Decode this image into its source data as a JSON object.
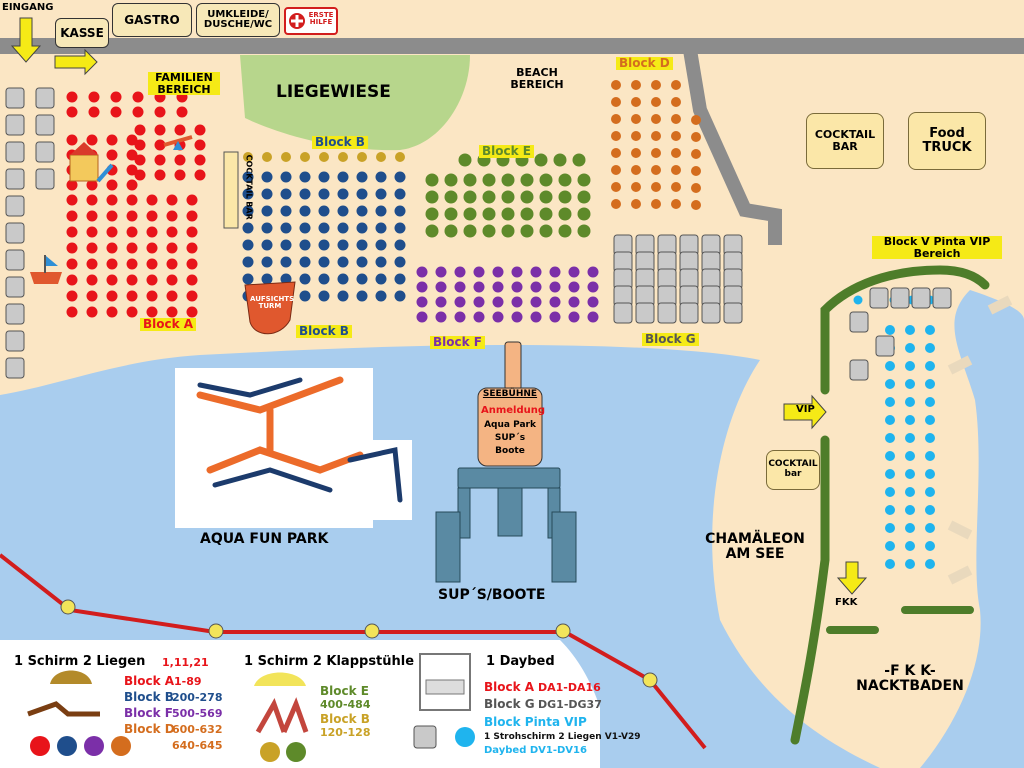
{
  "top": {
    "entrance": "EINGANG",
    "kasse": "KASSE",
    "gastro": "GASTRO",
    "umkleide": "UMKLEIDE/ DUSCHE/WC",
    "first_aid": "ERSTE HILFE"
  },
  "areas": {
    "familien": "FAMILIEN BEREICH",
    "liegewiese": "LIEGEWIESE",
    "beach": "BEACH BEREICH",
    "cocktail_vertical": "COCKTAIL BAR",
    "cocktail_bar": "COCKTAIL BAR",
    "food_truck": "Food TRUCK",
    "aufsichtsturm": "AUFSICHTS TURM",
    "aqua_fun_park": "AQUA FUN PARK",
    "sup_boote": "SUP´S/BOOTE",
    "chamaeleon": "CHAMÄLEON AM SEE",
    "vip": "VIP",
    "cocktail_small": "COCKTAIL bar",
    "fkk": "FKK",
    "fkk_nacktbaden": "-F K K- NACKTBADEN",
    "pinta_vip": "Block V Pinta VIP Bereich"
  },
  "blocks": {
    "a": "Block A",
    "b_top": "Block B",
    "b_bottom": "Block B",
    "d": "Block D",
    "e": "Block E",
    "f": "Block F",
    "g": "Block G"
  },
  "seebuehne": {
    "title": "SEEBÜHNE",
    "anmeldung": "Anmeldung",
    "line1": "Aqua Park",
    "line2": "SUP´s",
    "line3": "Boote"
  },
  "legend": {
    "col1_title": "1 Schirm 2 Liegen",
    "col1_access_nums": "1,11,21",
    "col1_rows": [
      {
        "block": "Block A",
        "range": "1-89",
        "color": "#e8141a"
      },
      {
        "block": "Block B",
        "range": "200-278",
        "color": "#1f4e8c"
      },
      {
        "block": "Block F",
        "range": "500-569",
        "color": "#7b2fa8"
      },
      {
        "block": "Block D",
        "range": "600-632",
        "color": "#d46d1e"
      }
    ],
    "col1_extra": "640-645",
    "col2_title": "1 Schirm 2 Klappstühle",
    "col2_rows": [
      {
        "block": "Block E",
        "range": "400-484",
        "color": "#5e8a2a"
      },
      {
        "block": "Block B",
        "range": "120-128",
        "color": "#c9a227"
      }
    ],
    "col3_title": "1 Daybed",
    "col3_rows": [
      {
        "block": "Block A",
        "range": "DA1-DA16",
        "color": "#e8141a"
      },
      {
        "block": "Block G",
        "range": "DG1-DG37",
        "color": "#555555"
      }
    ],
    "col3_vip": "Block Pinta VIP",
    "col3_vip_line": "1 Strohschirm 2 Liegen V1-V29",
    "col3_vip_daybed": "Daybed DV1-DV16"
  },
  "colors": {
    "sand": "#fbe6c4",
    "water": "#a9cdee",
    "path": "#8c8c8c",
    "grass": "#b7d68c",
    "red": "#e8141a",
    "blue": "#1f4e8c",
    "gold": "#c9a227",
    "green": "#5e8a2a",
    "purple": "#7b2fa8",
    "orange": "#d46d1e",
    "cyan": "#1fb4ee",
    "hedge": "#4e7d2a"
  }
}
